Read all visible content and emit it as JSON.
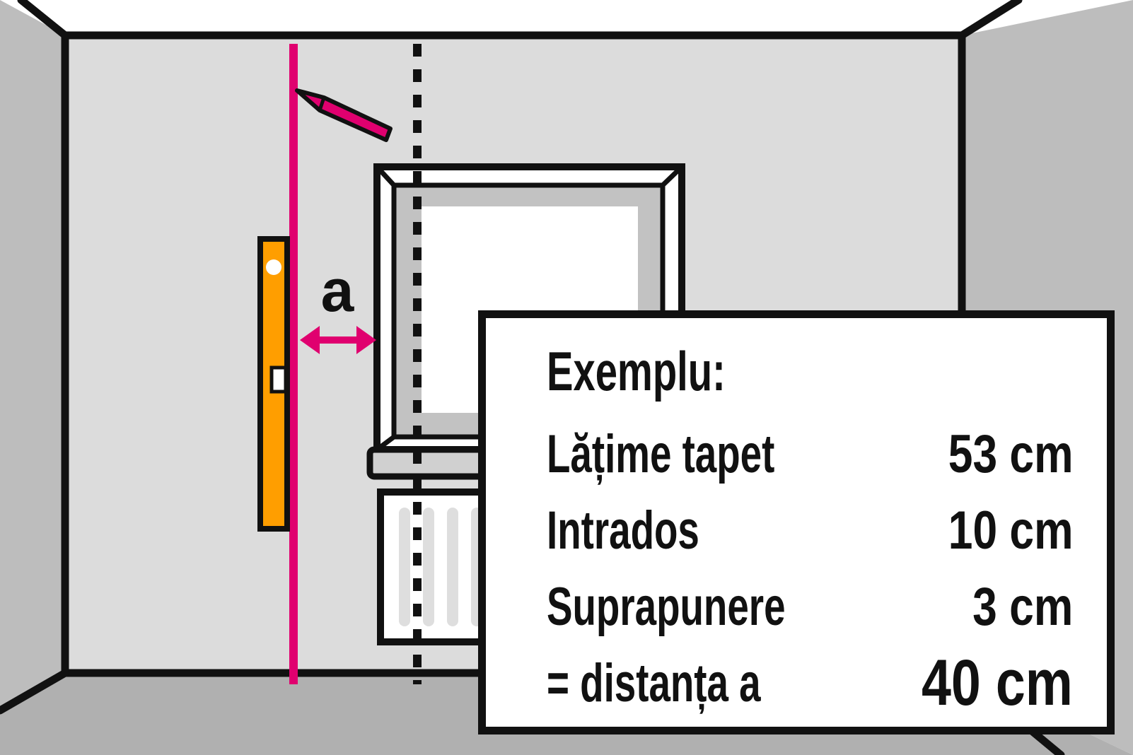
{
  "diagram": {
    "distance_label": "a",
    "colors": {
      "wall": "#dcdcdc",
      "side_wall": "#bdbdbd",
      "floor": "#b0b0b0",
      "outline": "#111111",
      "plumb_line": "#e0006f",
      "spirit_level": "#ff9e00",
      "pencil": "#e0006f"
    },
    "icons": [
      "pencil-icon",
      "spirit-level-icon",
      "double-arrow-icon"
    ]
  },
  "info_box": {
    "title": "Exemplu:",
    "rows": [
      {
        "label": "Lățime tapet",
        "value": "53 cm"
      },
      {
        "label": "Intrados",
        "value": "10 cm"
      },
      {
        "label": "Suprapunere",
        "value": "3 cm"
      },
      {
        "label": "= distanța a",
        "value": "40 cm"
      }
    ]
  }
}
